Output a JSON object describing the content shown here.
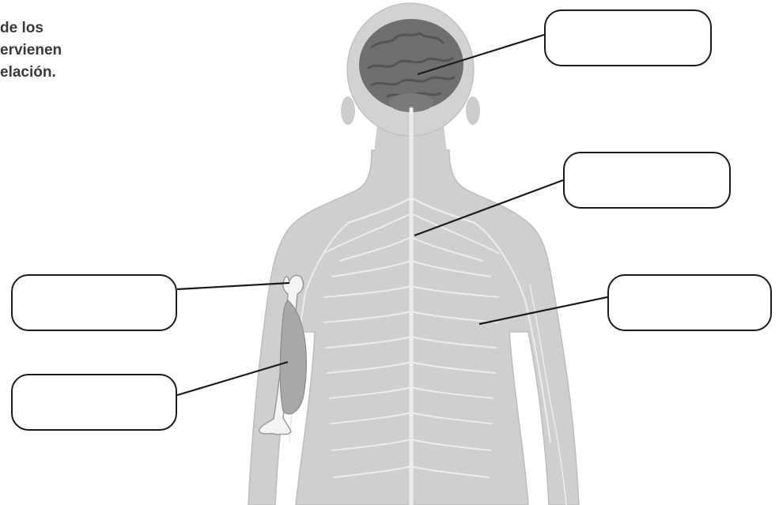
{
  "instructions": {
    "line1": "de los",
    "line2": "ervienen",
    "line3": "elación."
  },
  "label_boxes": {
    "brain": "",
    "spinal_cord": "",
    "nerves": "",
    "bone": "",
    "muscle": ""
  },
  "colors": {
    "body": "#cfcfcf",
    "body_edge": "#bdbdbd",
    "nerves": "#ececec",
    "brain": "#6f6f6f",
    "brain_dark": "#555555",
    "muscle": "#a8a8a8",
    "bone": "#f4f4f4",
    "leader": "#1a1a1a",
    "box_border": "#1a1a1a"
  }
}
